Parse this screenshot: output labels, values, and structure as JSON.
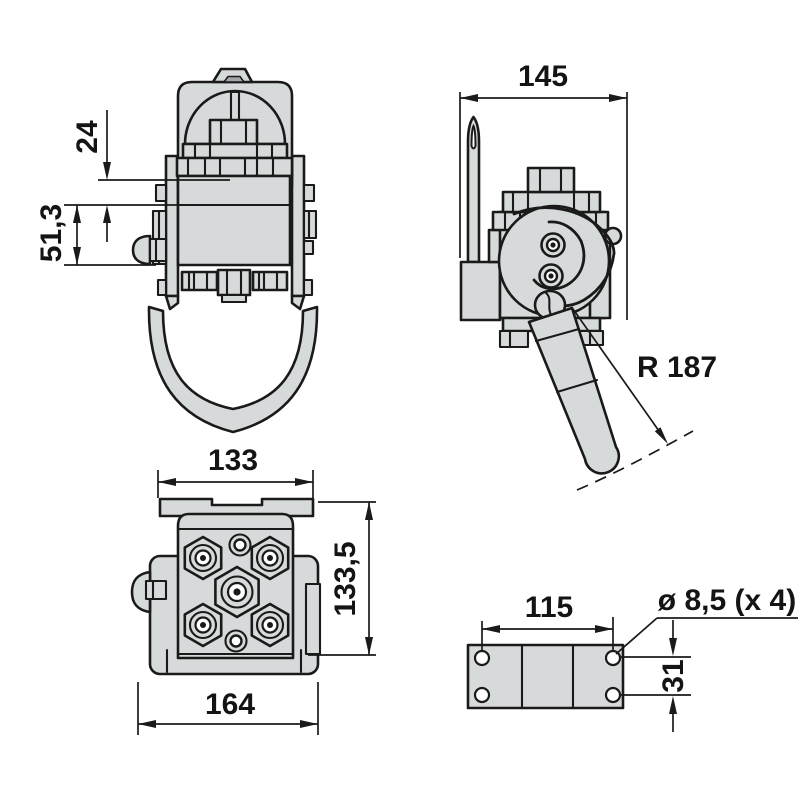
{
  "drawing": {
    "kind": "technical-dimension-drawing",
    "units_style": "decimal-comma",
    "colors": {
      "background": "#ffffff",
      "part_fill": "#d7dadb",
      "line": "#1a1a1a",
      "cap_inset": "#a0a6a9"
    },
    "views": {
      "front": {
        "dim_upper": "24",
        "dim_lower": "51,3"
      },
      "side": {
        "dim_width": "145",
        "dim_lever_radius": "R 187"
      },
      "top": {
        "dim_flange_width": "133",
        "dim_depth": "133,5",
        "dim_overall_width": "164"
      },
      "plate": {
        "dim_hole_spacing": "115",
        "dim_hole_diameter": "ø 8,5 (x 4)",
        "dim_hole_offset": "31"
      }
    }
  }
}
